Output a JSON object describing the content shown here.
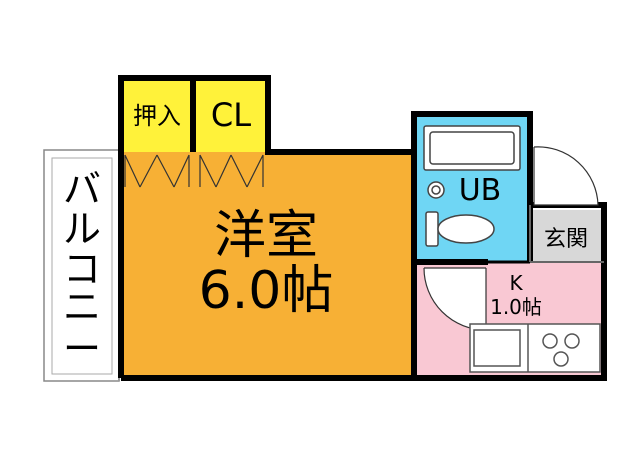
{
  "rooms": {
    "western": {
      "name": "洋室",
      "size": "6.0帖"
    },
    "closet_oshiire": "押入",
    "closet_cl": "CL",
    "bath": "UB",
    "kitchen": {
      "name": "K",
      "size": "1.0帖"
    },
    "entrance": "玄関",
    "balcony": [
      "バ",
      "ル",
      "コ",
      "ニ",
      "ー"
    ]
  },
  "colors": {
    "western": "#f7b035",
    "closet": "#fff23a",
    "bath": "#6fd6f4",
    "kitchen": "#f9c8d3",
    "entrance": "#d8d8d8",
    "wall": "#000000",
    "balcony": "#ffffff"
  },
  "icons": [
    "bathtub-icon",
    "toilet-icon",
    "sink-icon",
    "stove-icon",
    "door-swing-icon"
  ]
}
